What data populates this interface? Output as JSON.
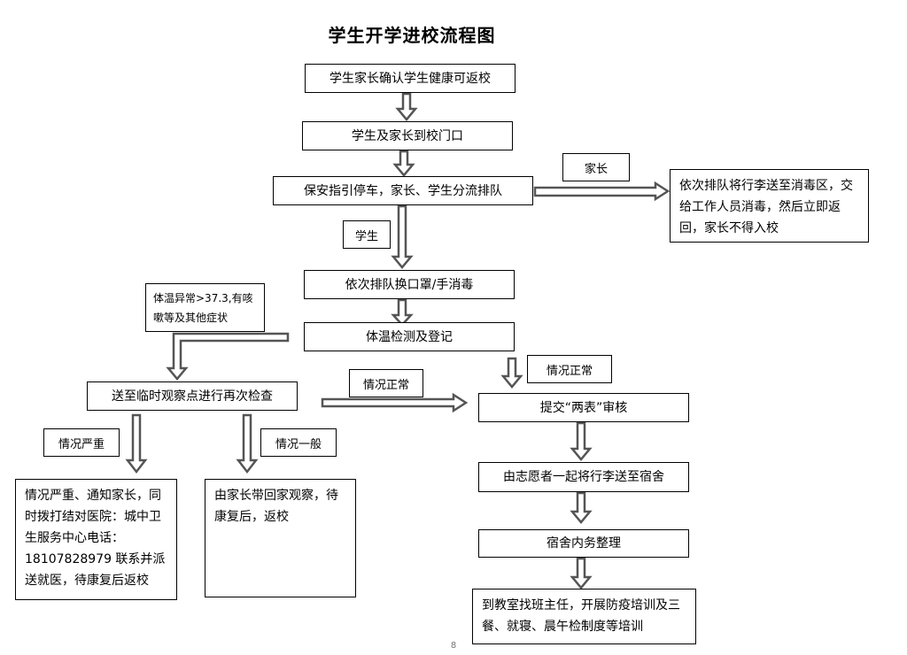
{
  "title": "学生开学进校流程图",
  "steps": {
    "s1": "学生家长确认学生健康可返校",
    "s2": "学生及家长到校门口",
    "s3": "保安指引停车，家长、学生分流排队",
    "s4": "依次排队换口罩/手消毒",
    "s5": "体温检测及登记",
    "s6": "提交“两表”审核",
    "s7": "由志愿者一起将行李送至宿舍",
    "s8": "宿舍内务整理",
    "s9": "到教室找班主任，开展防疫培训及三餐、就寝、晨午检制度等培训",
    "parent_out": "依次排队将行李送至消毒区，交给工作人员消毒，然后立即返回，家长不得入校",
    "recheck": "送至临时观察点进行再次检查",
    "severe_out": "情况严重、通知家长，同时拨打结对医院：城中卫生服务中心电话：18107828979 联系并派送就医，待康复后返校",
    "mild_out": "由家长带回家观察，待康复后，返校"
  },
  "labels": {
    "parent": "家长",
    "student": "学生",
    "abnormal": "体温异常>37.3,有咳嗽等及其他症状",
    "normal_a": "情况正常",
    "normal_b": "情况正常",
    "severe": "情况严重",
    "mild": "情况一般"
  },
  "page_number": "8"
}
